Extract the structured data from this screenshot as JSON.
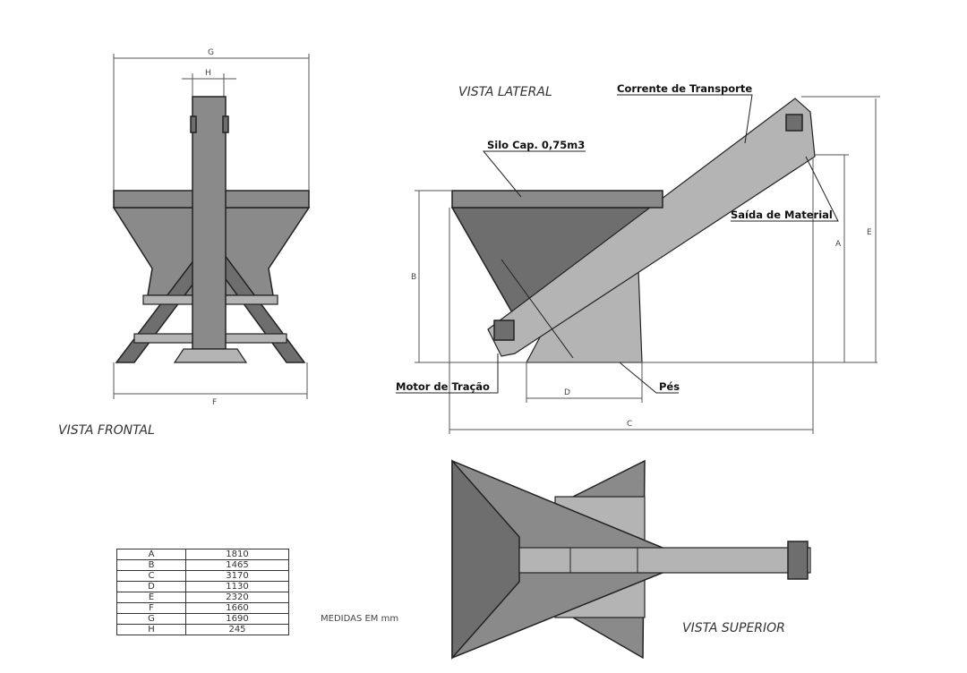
{
  "views": {
    "front_title": "VISTA FRONTAL",
    "side_title": "VISTA LATERAL",
    "top_title": "VISTA SUPERIOR"
  },
  "callouts": {
    "chain": "Corrente de Transporte",
    "silo": "Silo Cap. 0,75m3",
    "outlet": "Saída de Material",
    "motor": "Motor de Tração",
    "feet": "Pés"
  },
  "dimension_labels": {
    "A": "A",
    "B": "B",
    "C": "C",
    "D": "D",
    "E": "E",
    "F": "F",
    "G": "G",
    "H": "H"
  },
  "dimensions_table": [
    {
      "key": "A",
      "value": "1810"
    },
    {
      "key": "B",
      "value": "1465"
    },
    {
      "key": "C",
      "value": "3170"
    },
    {
      "key": "D",
      "value": "1130"
    },
    {
      "key": "E",
      "value": "2320"
    },
    {
      "key": "F",
      "value": "1660"
    },
    {
      "key": "G",
      "value": "1690"
    },
    {
      "key": "H",
      "value": "245"
    }
  ],
  "units_note": "MEDIDAS EM mm"
}
